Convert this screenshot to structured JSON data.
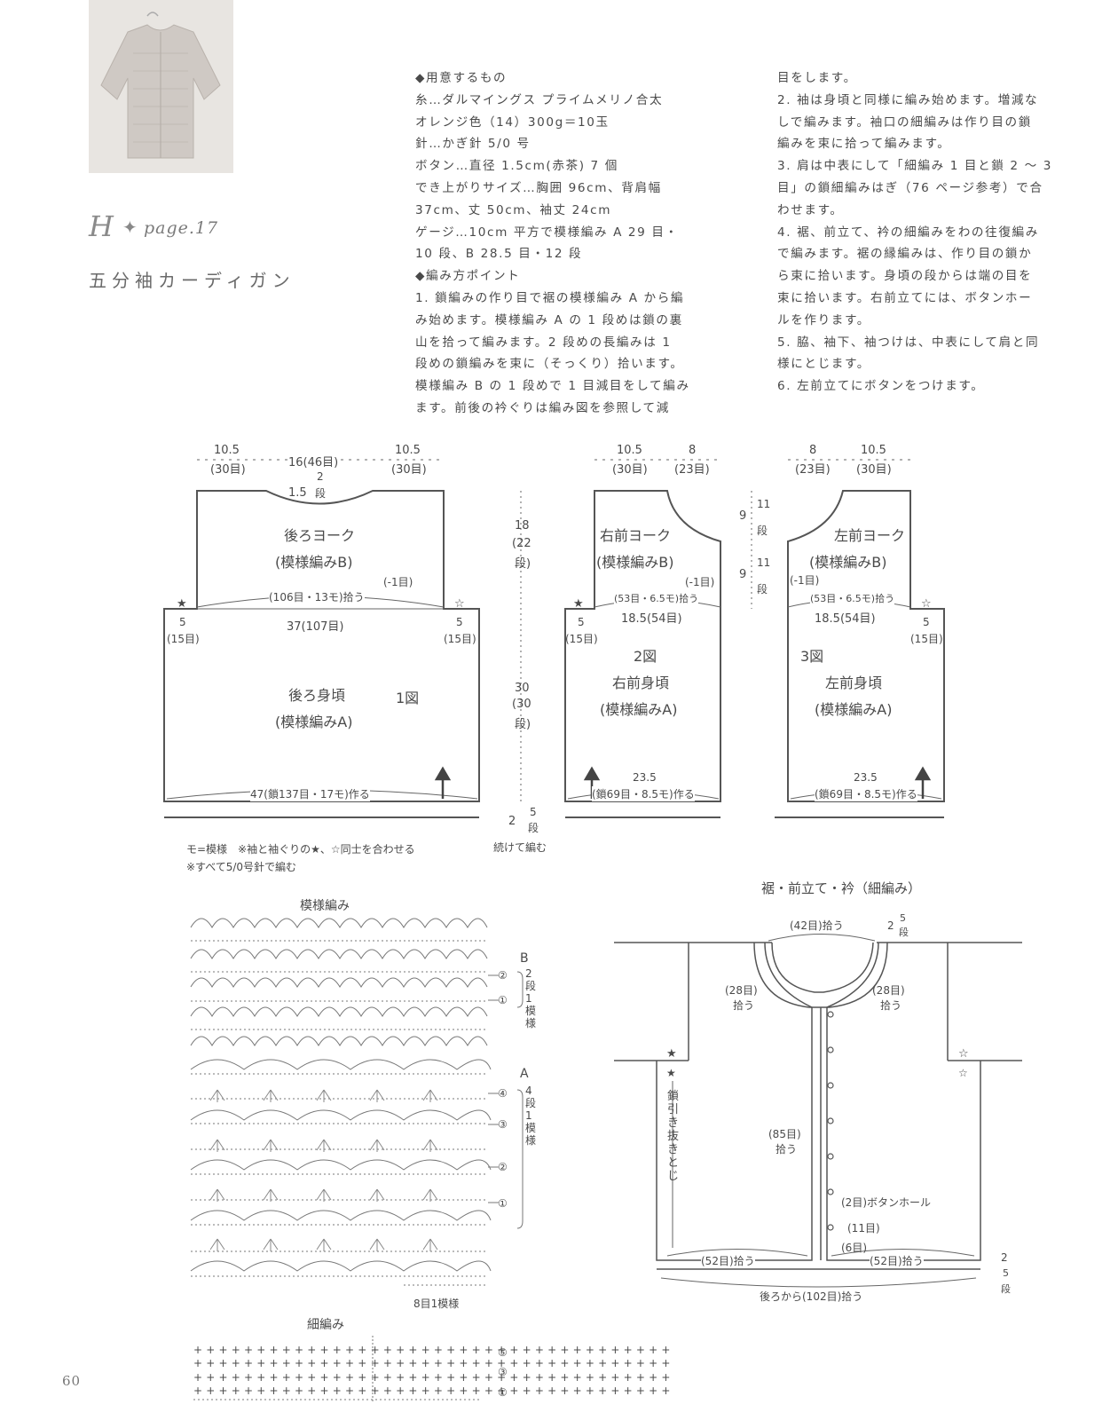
{
  "header": {
    "title_mark": "H",
    "title_page": "page.17",
    "title_name": "五分袖カーディガン"
  },
  "instructions": {
    "col1": [
      "◆用意するもの",
      "糸…ダルマイングス プライムメリノ合太",
      "オレンジ色（14）300g＝10玉",
      "針…かぎ針 5/0 号",
      "ボタン…直径 1.5cm(赤茶) 7 個",
      "でき上がりサイズ…胸囲 96cm、背肩幅",
      "37cm、丈 50cm、袖丈 24cm",
      "ゲージ…10cm 平方で模様編み A 29 目・",
      "10 段、B 28.5 目・12 段",
      "◆編み方ポイント",
      "1. 鎖編みの作り目で裾の模様編み A から編",
      "み始めます。模様編み A の 1 段めは鎖の裏",
      "山を拾って編みます。2 段めの長編みは 1",
      "段めの鎖編みを束に（そっくり）拾います。",
      "模様編み B の 1 段めで 1 目減目をして編み",
      "ます。前後の衿ぐりは編み図を参照して減"
    ],
    "col2": [
      "目をします。",
      "2. 袖は身頃と同様に編み始めます。増減な",
      "しで編みます。袖口の細編みは作り目の鎖",
      "編みを束に拾って編みます。",
      "3. 肩は中表にして「細編み 1 目と鎖 2 ～ 3",
      "目」の鎖細編みはぎ（76 ページ参考）で合",
      "わせます。",
      "4. 裾、前立て、衿の細編みをわの往復編み",
      "で編みます。裾の縁編みは、作り目の鎖か",
      "ら束に拾います。身頃の段からは端の目を",
      "束に拾います。右前立てには、ボタンホー",
      "ルを作ります。",
      "5. 脇、袖下、袖つけは、中表にして肩と同",
      "様にとじます。",
      "6. 左前立てにボタンをつけます。"
    ]
  },
  "back": {
    "top_l1": "10.5",
    "top_l2": "(30目)",
    "top_c": "16(46目)",
    "top_r1": "10.5",
    "top_r2": "(30目)",
    "neck_v": "1.5",
    "neck_rows_n": "2",
    "neck_rows_u": "段",
    "yoke_name": "後ろヨーク",
    "yoke_pattern": "(模様編みB)",
    "dec": "(-1目)",
    "pick": "(106目・13モ)拾う",
    "width": "37(107目)",
    "side_l1": "5",
    "side_l2": "(15目)",
    "side_r1": "5",
    "side_r2": "(15目)",
    "body_name": "後ろ身頃",
    "body_pattern": "(模様編みA)",
    "fig": "1図",
    "bottom": "47(鎖137目・17モ)作る"
  },
  "vdim": {
    "yoke_h1": "18",
    "yoke_h2": "(22",
    "yoke_h3": "段)",
    "body_h1": "30",
    "body_h2": "(30",
    "body_h3": "段)",
    "edge_v": "2",
    "edge_rows_n": "5",
    "edge_rows_u": "段",
    "continue": "続けて編む"
  },
  "right_front": {
    "top1": "10.5",
    "top2": "(30目)",
    "top3": "8",
    "top4": "(23目)",
    "yoke_name": "右前ヨーク",
    "yoke_pattern": "(模様編みB)",
    "dec": "(-1目)",
    "pick": "(53目・6.5モ)拾う",
    "width": "18.5(54目)",
    "side1": "5",
    "side2": "(15目)",
    "fig": "2図",
    "body_name": "右前身頃",
    "body_pattern": "(模様編みA)",
    "bottom1": "23.5",
    "bottom2": "(鎖69目・8.5モ)作る"
  },
  "mid_dim": {
    "a1": "9",
    "a2": "11",
    "a3": "段",
    "b1": "9",
    "b2": "11",
    "b3": "段"
  },
  "left_front": {
    "top1": "8",
    "top2": "(23目)",
    "top3": "10.5",
    "top4": "(30目)",
    "yoke_name": "左前ヨーク",
    "yoke_pattern": "(模様編みB)",
    "dec": "(-1目)",
    "pick": "(53目・6.5モ)拾う",
    "width": "18.5(54目)",
    "side1": "5",
    "side2": "(15目)",
    "fig": "3図",
    "body_name": "左前身頃",
    "body_pattern": "(模様編みA)",
    "bottom1": "23.5",
    "bottom2": "(鎖69目・8.5モ)作る"
  },
  "notes": {
    "line1": "モ=模様　※袖と袖ぐりの★、☆同士を合わせる",
    "line2": "※すべて5/0号針で編む"
  },
  "pattern_chart": {
    "title": "模様編み",
    "b_label": "B",
    "b_n1": "②",
    "b_n2": "①",
    "b_desc": [
      "2",
      "段",
      "1",
      "模",
      "様"
    ],
    "a_label": "A",
    "a_n1": "④",
    "a_n2": "③",
    "a_n3": "②",
    "a_n4": "①",
    "a_desc": [
      "4",
      "段",
      "1",
      "模",
      "様"
    ],
    "repeat": "8目1模様"
  },
  "sc_chart": {
    "title": "細編み",
    "n1": "⑤",
    "n2": "③",
    "n3": "①"
  },
  "edging": {
    "title": "裾・前立て・衿（細編み）",
    "collar_pick": "(42目)拾う",
    "collar_rows_v": "2",
    "collar_rows_n": "5",
    "collar_rows_u": "段",
    "neck_l1": "(28目)",
    "neck_l2": "拾う",
    "neck_r1": "(28目)",
    "neck_r2": "拾う",
    "side_label": "鎖引き抜きとじ",
    "front_pick1": "(85目)",
    "front_pick2": "拾う",
    "buttonhole": "(2目)ボタンホール",
    "eleven": "(11目)",
    "six": "(6目)",
    "hem_l": "(52目)拾う",
    "hem_r": "(52目)拾う",
    "back_pick": "後ろから(102目)拾う",
    "rows_v": "2",
    "rows_n": "5",
    "rows_u": "段"
  },
  "page_number": "60"
}
